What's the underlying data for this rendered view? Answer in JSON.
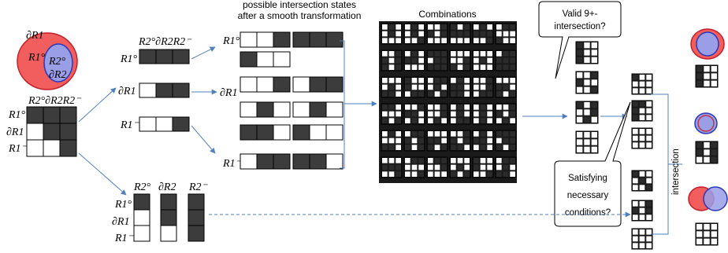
{
  "labels": {
    "header_line1": "possible intersection states",
    "header_line2": "after a smooth transformation",
    "combinations": "Combinations",
    "valid_line1": "Valid 9+-",
    "valid_line2": "intersection?",
    "satisfy_line1": "Satisfying",
    "satisfy_line2": "necessary",
    "satisfy_line3": "conditions?",
    "intersection": "intersection"
  },
  "symbols": {
    "r1_interior": "R1°",
    "r1_boundary": "∂R1",
    "r1_exterior": "R1⁻",
    "r2_interior": "R2°",
    "r2_boundary": "∂R2",
    "r2_exterior": "R2⁻",
    "r2_header_row": "R2°∂R2R2⁻"
  },
  "colors": {
    "filled": "#3c3c3c",
    "empty": "#ffffff",
    "arrow": "#4f81bd",
    "region1": "#f25d5d",
    "region1_edge": "#c0202a",
    "region2": "#9a9ee6",
    "region2_edge": "#2b39b8"
  },
  "matrix": [
    [
      1,
      1,
      1
    ],
    [
      0,
      1,
      1
    ],
    [
      0,
      0,
      1
    ]
  ],
  "r1_row_states": {
    "interior": [
      1,
      1,
      1
    ],
    "boundary": [
      0,
      1,
      1
    ],
    "exterior": [
      0,
      0,
      1
    ]
  },
  "r2_column_states": {
    "interior": [
      1,
      0,
      0
    ],
    "boundary": [
      1,
      1,
      0
    ],
    "exterior": [
      1,
      1,
      1
    ]
  },
  "possible_states": [
    {
      "row": "R1°",
      "patterns": [
        [
          0,
          0,
          1
        ],
        [
          1,
          1,
          1
        ]
      ]
    },
    {
      "row": "",
      "patterns": [
        [
          1,
          0,
          0
        ]
      ]
    },
    {
      "row": "∂R1",
      "patterns": [
        [
          0,
          0,
          1
        ],
        [
          0,
          1,
          1
        ]
      ]
    },
    {
      "row": "",
      "patterns": [
        [
          0,
          1,
          0
        ],
        [
          0,
          1,
          0
        ]
      ]
    },
    {
      "row": "",
      "patterns": [
        [
          1,
          1,
          0
        ],
        [
          1,
          0,
          0
        ]
      ]
    },
    {
      "row": "R1⁻",
      "patterns": [
        [
          0,
          1,
          1
        ],
        [
          1,
          1,
          0
        ]
      ]
    }
  ]
}
